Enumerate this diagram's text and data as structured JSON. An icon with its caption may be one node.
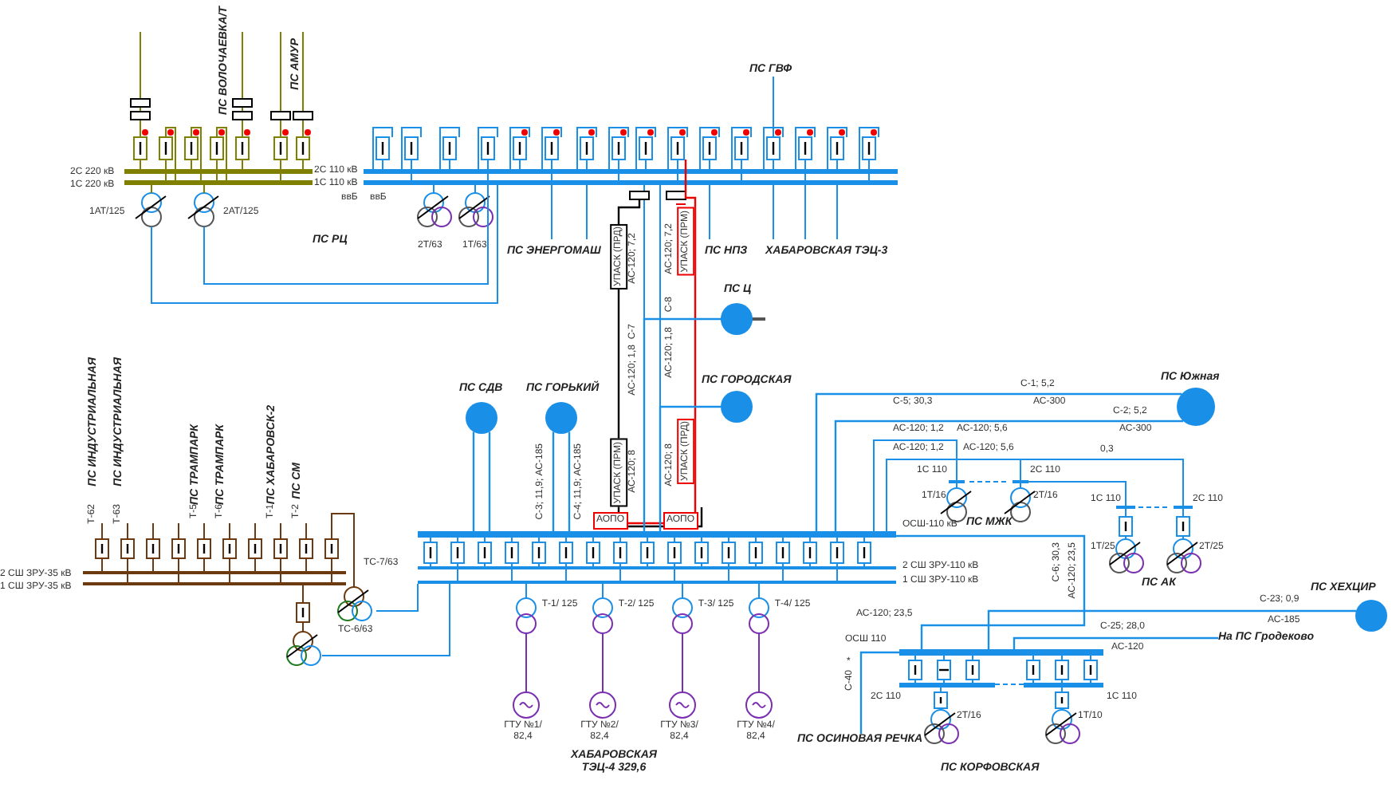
{
  "diagram": {
    "nodes": [
      {
        "text": [
          "ПС СДВ"
        ]
      },
      {
        "text": [
          "ПС ГОРЬКИЙ"
        ]
      },
      {
        "text": [
          "ПС Ц"
        ]
      },
      {
        "text": [
          "ПС ГОРОДСКАЯ"
        ]
      },
      {
        "text": [
          "ПС Южная"
        ]
      },
      {
        "text": [
          "ПС ХЕХЦИР"
        ]
      },
      {
        "text": [],
        "shape": "bar",
        "beside": [
          "ОСШ-110 кВ"
        ]
      },
      {
        "text": [],
        "shape": "bar",
        "beside": [
          "ОСШ 110"
        ]
      },
      {
        "text": [
          "На ПС Гродеково"
        ]
      },
      {
        "text": [
          "ПС ОСИНОВАЯ РЕЧКА"
        ]
      }
    ],
    "edges": [
      {
        "from": 0,
        "to": 6,
        "arrow": "none"
      },
      {
        "from": 0,
        "to": 6,
        "arrow": "none"
      },
      {
        "from": 1,
        "to": 6,
        "arrow": "none"
      },
      {
        "from": 1,
        "to": 6,
        "arrow": "none"
      },
      {
        "from": 2,
        "to": 6,
        "arrow": "none"
      },
      {
        "from": 3,
        "to": 6,
        "arrow": "none"
      },
      {
        "from": 4,
        "to": 6,
        "arrow": "none"
      },
      {
        "from": 4,
        "to": 6,
        "arrow": "none"
      },
      {
        "from": 6,
        "to": 7,
        "arrow": "none"
      },
      {
        "from": 5,
        "to": 7,
        "arrow": "none"
      },
      {
        "from": 7,
        "to": 8,
        "arrow": "none"
      },
      {
        "from": 7,
        "to": 9,
        "arrow": "none"
      }
    ],
    "labels": [
      "ПС ВОЛОЧАЕВКА/Т",
      "ПС АМУР",
      "ПС ГВФ",
      "2С 220 кВ",
      "1С 220 кВ",
      "2С 110 кВ",
      "1С 110 кВ",
      "ввБ",
      "ввБ",
      "1АТ/125",
      "2АТ/125",
      "2Т/63",
      "1Т/63",
      "ПС РЦ",
      "ПС ЭНЕРГОМАШ",
      "ПС НПЗ",
      "ХАБАРОВСКАЯ ТЭЦ-3",
      "УПАСК (ПРД)",
      "АС-120; 7,2",
      "АС-120; 7,2",
      "УПАСК (ПРМ)",
      "С-7",
      "С-8",
      "АС-120; 1,8",
      "АС-120; 1,8",
      "УПАСК (ПРМ)",
      "АС-120; 8",
      "АС-120; 8",
      "УПАСК (ПРД)",
      "АОПО",
      "АОПО",
      "С-3; 11,9; АС-185",
      "С-4; 11,9; АС-185",
      "ПС ИНДУСТРИАЛЬНАЯ",
      "ПС ИНДУСТРИАЛЬНАЯ",
      "Т-62",
      "Т-63",
      "ПС ТРАМПАРК",
      "ПС ТРАМПАРК",
      "Т-5",
      "Т-6",
      "ПС ХАБАРОВСК-2",
      "Т-1",
      "ПС СМ",
      "Т-2",
      "2 СШ ЗРУ-35 кВ",
      "1 СШ ЗРУ-35 кВ",
      "ТС-7/63",
      "ТС-6/63",
      "Т-1/ 125",
      "Т-2/ 125",
      "Т-3/ 125",
      "Т-4/ 125",
      "ГТУ №1/ 82,4",
      "ГТУ №2/ 82,4",
      "ГТУ №3/ 82,4",
      "ГТУ №4/ 82,4",
      "ХАБАРОВСКАЯ ТЭЦ-4 329,6",
      "2 СШ ЗРУ-110 кВ",
      "1 СШ ЗРУ-110 кВ",
      "С-1; 5,2",
      "АС-300",
      "С-2; 5,2",
      "АС-300",
      "С-5; 30,3",
      "АС-120; 1,2",
      "АС-120; 5,6",
      "АС-120; 1,2",
      "АС-120; 5,6",
      "0,3",
      "1С 110",
      "2С 110",
      "1Т/16",
      "2Т/16",
      "ПС МЖК",
      "С-6; 30,3",
      "АС-120; 23,5",
      "1С 110",
      "2С 110",
      "1Т/25",
      "2Т/25",
      "ПС АК",
      "АС-120; 23,5",
      "С-23; 0,9",
      "АС-185",
      "С-25; 28,0",
      "АС-120",
      "*",
      "С-40",
      "2С 110",
      "1С 110",
      "2Т/16",
      "1Т/10",
      "ПС КОРФОВСКАЯ"
    ]
  }
}
